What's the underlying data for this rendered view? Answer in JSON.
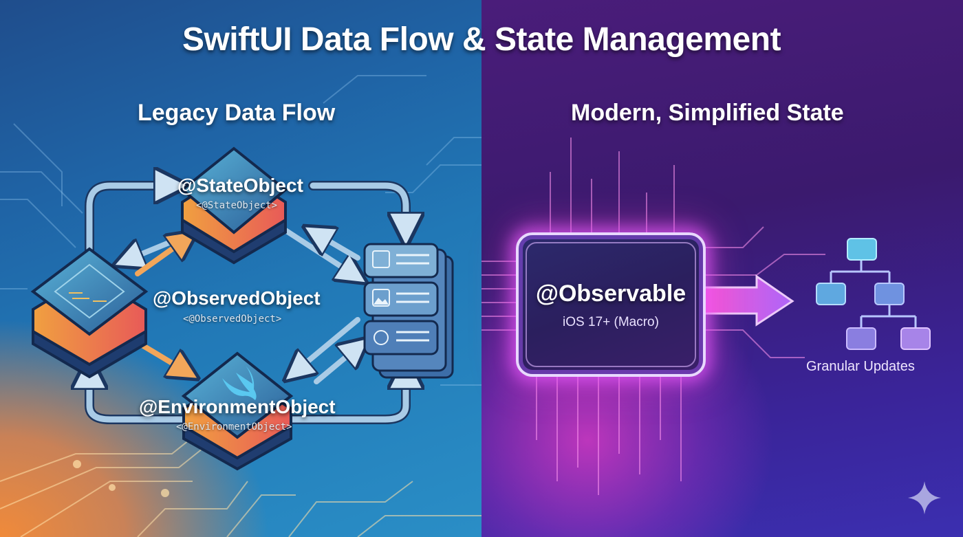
{
  "title": "SwiftUI Data Flow & State Management",
  "left_panel": {
    "heading": "Legacy Data Flow",
    "nodes": [
      {
        "name": "@StateObject",
        "code": "<@StateObject>",
        "icon": "layered-cube-icon"
      },
      {
        "name": "@ObservedObject",
        "code": "<@ObservedObject>",
        "icon": "code-editor-cube-icon"
      },
      {
        "name": "@EnvironmentObject",
        "code": "<@EnvironmentObject>",
        "icon": "swift-bird-cube-icon"
      }
    ],
    "view_stack": {
      "rows": [
        {
          "icon": "person-image-icon"
        },
        {
          "icon": "landscape-image-icon"
        },
        {
          "icon": "settings-icon"
        }
      ]
    },
    "colors": {
      "blue": "#2178b6",
      "orange": "#f08a3a",
      "arrow": "#a9cbe6",
      "arrow_orange": "#f2a65a"
    }
  },
  "right_panel": {
    "heading": "Modern, Simplified State",
    "macro": {
      "name": "@Observable",
      "detail": "iOS 17+ (Macro)"
    },
    "tree_caption": "Granular Updates",
    "colors": {
      "purple": "#3b1a6e",
      "glow": "#e65aff",
      "pink": "#ff46d2",
      "tree_cyan": "#5fc2e6",
      "tree_violet": "#a784e8"
    }
  },
  "watermark_icon": "sparkle-icon"
}
